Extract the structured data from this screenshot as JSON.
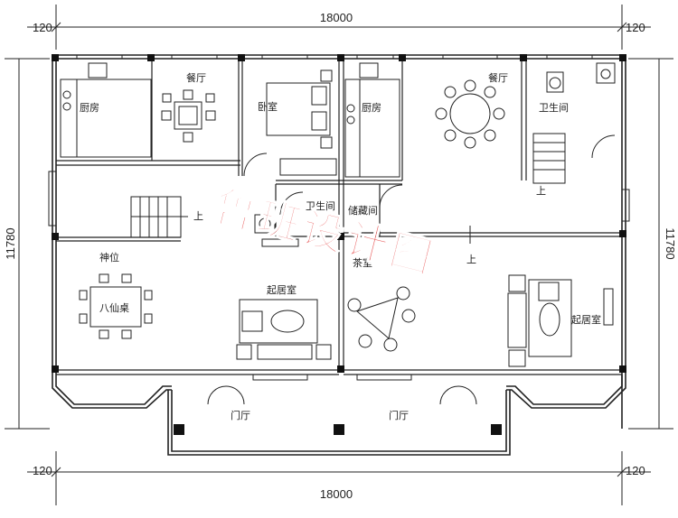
{
  "dimensions": {
    "top_total": "18000",
    "bottom_total": "18000",
    "left_height": "11780",
    "right_height": "11780",
    "margin_top_left": "120",
    "margin_top_right": "120",
    "margin_bottom_left": "120",
    "margin_bottom_right": "120"
  },
  "rooms": {
    "kitchen_left": "厨房",
    "dining_left": "餐厅",
    "bedroom": "卧室",
    "kitchen_mid": "厨房",
    "dining_right": "餐厅",
    "bathroom_right": "卫生间",
    "bathroom_mid": "卫生间",
    "storage": "储藏间",
    "shrine": "神位",
    "table_eight": "八仙桌",
    "living_left": "起居室",
    "tea_room": "茶室",
    "living_right": "起居室",
    "foyer_left": "门厅",
    "foyer_right": "门厅"
  },
  "stair_labels": {
    "up_left": "上",
    "up_right": "上",
    "up_center": "上"
  },
  "watermark": "鲁班设计图",
  "colors": {
    "line": "#222222",
    "watermark": "#e02424",
    "fill_dark": "#111111"
  }
}
